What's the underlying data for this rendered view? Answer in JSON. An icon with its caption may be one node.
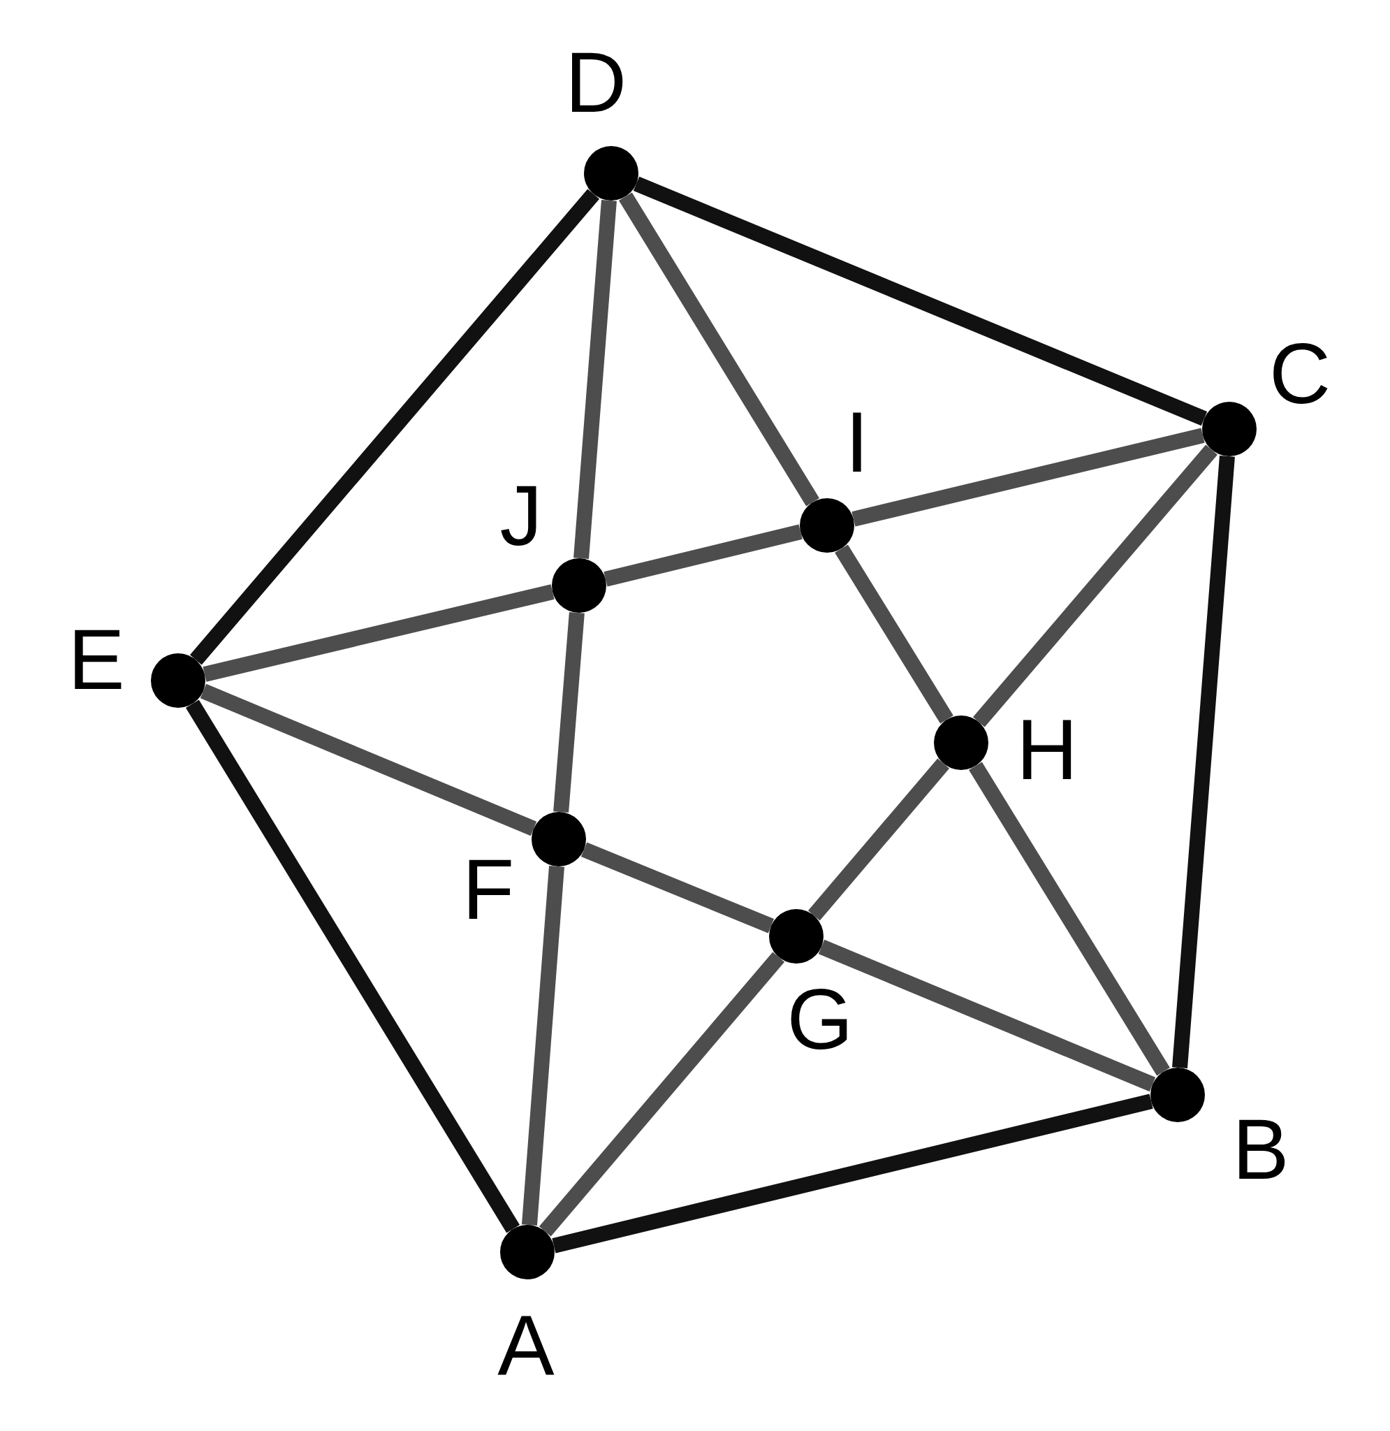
{
  "diagram": {
    "nodes": [
      {
        "text": [],
        "shape": "circle",
        "beside": [
          "D"
        ]
      },
      {
        "text": [],
        "shape": "circle",
        "beside": [
          "C"
        ]
      },
      {
        "text": [],
        "shape": "circle",
        "beside": [
          "I"
        ]
      },
      {
        "text": [],
        "shape": "circle",
        "beside": [
          "J"
        ]
      },
      {
        "text": [],
        "shape": "circle",
        "beside": [
          "E"
        ]
      },
      {
        "text": [],
        "shape": "circle",
        "beside": [
          "H"
        ]
      },
      {
        "text": [],
        "shape": "circle",
        "beside": [
          "F"
        ]
      },
      {
        "text": [],
        "shape": "circle",
        "beside": [
          "G"
        ]
      },
      {
        "text": [],
        "shape": "circle",
        "beside": [
          "B"
        ]
      },
      {
        "text": [],
        "shape": "circle",
        "beside": [
          "A"
        ]
      }
    ],
    "edges": [
      {
        "from": 0,
        "to": 1,
        "arrow": "none",
        "color": "#111111"
      },
      {
        "from": 1,
        "to": 8,
        "arrow": "none",
        "color": "#111111"
      },
      {
        "from": 8,
        "to": 9,
        "arrow": "none",
        "color": "#111111"
      },
      {
        "from": 9,
        "to": 4,
        "arrow": "none",
        "color": "#111111"
      },
      {
        "from": 4,
        "to": 0,
        "arrow": "none",
        "color": "#111111"
      },
      {
        "from": 0,
        "to": 3,
        "arrow": "none"
      },
      {
        "from": 3,
        "to": 6,
        "arrow": "none"
      },
      {
        "from": 6,
        "to": 9,
        "arrow": "none"
      },
      {
        "from": 0,
        "to": 2,
        "arrow": "none"
      },
      {
        "from": 2,
        "to": 5,
        "arrow": "none"
      },
      {
        "from": 5,
        "to": 8,
        "arrow": "none"
      },
      {
        "from": 1,
        "to": 2,
        "arrow": "none"
      },
      {
        "from": 2,
        "to": 3,
        "arrow": "none"
      },
      {
        "from": 3,
        "to": 4,
        "arrow": "none"
      },
      {
        "from": 4,
        "to": 6,
        "arrow": "none"
      },
      {
        "from": 6,
        "to": 7,
        "arrow": "none"
      },
      {
        "from": 7,
        "to": 8,
        "arrow": "none"
      },
      {
        "from": 1,
        "to": 5,
        "arrow": "none"
      },
      {
        "from": 5,
        "to": 7,
        "arrow": "none"
      },
      {
        "from": 7,
        "to": 9,
        "arrow": "none"
      }
    ]
  }
}
